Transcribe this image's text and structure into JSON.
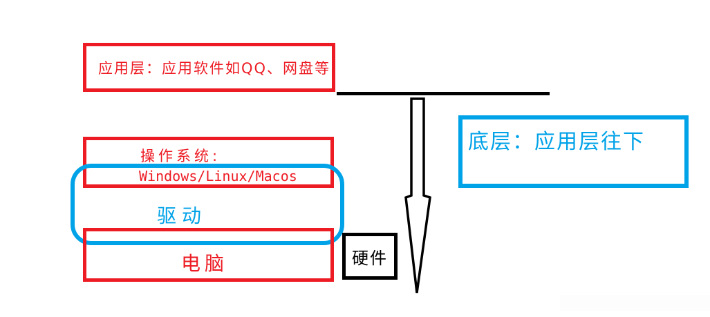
{
  "colors": {
    "red": "#ed1c24",
    "blue": "#00a2e8",
    "black": "#000000",
    "background": "#ffffff"
  },
  "diagram": {
    "application_box": {
      "label": "应用层：应用软件如QQ、网盘等"
    },
    "os_box": {
      "title": "操作系统:",
      "subtitle": "Windows/Linux/Macos"
    },
    "driver_box": {
      "label": "驱动"
    },
    "computer_box": {
      "label": "电脑"
    },
    "hardware_box": {
      "label": "硬件"
    },
    "bottom_layer_note": {
      "label": "底层：应用层往下"
    }
  }
}
